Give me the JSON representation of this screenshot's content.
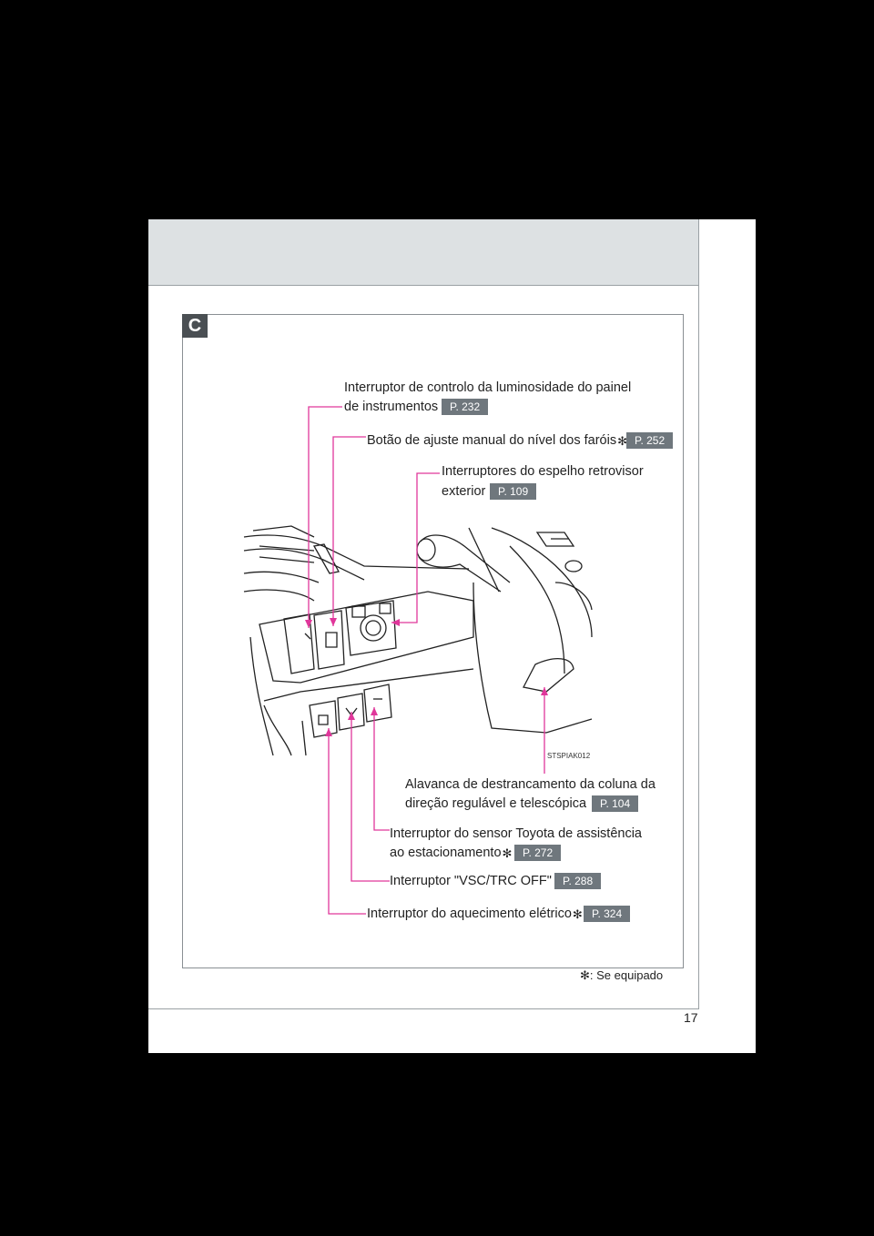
{
  "page": {
    "number": "17",
    "section_letter": "C"
  },
  "labels": {
    "panel_brightness": {
      "line1": "Interruptor de controlo da luminosidade do painel",
      "line2": "de instrumentos",
      "ref": "P. 232"
    },
    "headlight_level": {
      "text": "Botão de ajuste manual do nível dos faróis",
      "star": "✻",
      "ref": "P. 252"
    },
    "mirror_switches": {
      "line1": "Interruptores do espelho retrovisor",
      "line2": "exterior",
      "ref": "P. 109"
    },
    "steering_lever": {
      "line1": "Alavanca de destrancamento da coluna da",
      "line2": "direção regulável e telescópica",
      "ref": "P. 104"
    },
    "parking_sensor": {
      "line1": "Interruptor do sensor Toyota de assistência",
      "line2": "ao estacionamento",
      "star": "✻",
      "ref": "P. 272"
    },
    "vsc_trc": {
      "text": "Interruptor \"VSC/TRC OFF\"",
      "ref": "P. 288"
    },
    "heater": {
      "text": "Interruptor do aquecimento elétrico",
      "star": "✻",
      "ref": "P. 324"
    }
  },
  "image_code": "STSPIAK012",
  "footnote": {
    "star": "✻",
    "text": ": Se equipado"
  },
  "colors": {
    "leader": "#e0379b",
    "ref_bg": "#6f777d",
    "header_bg": "#dde1e3"
  }
}
